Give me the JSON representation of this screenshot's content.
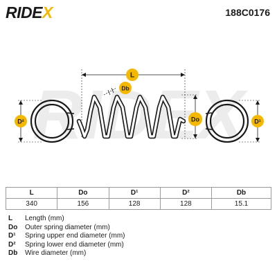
{
  "brand": {
    "name_main": "RIDE",
    "name_accent": "X",
    "part_number": "188C0176",
    "watermark": "RIDEX"
  },
  "colors": {
    "accent": "#f5b800",
    "ink": "#1a1a1a",
    "watermark": "#e6e6e6",
    "rule": "#9a9a9a"
  },
  "badges": {
    "length": "L",
    "wire": "Db",
    "outer": "Do",
    "upper": "D¹",
    "lower": "D²"
  },
  "table": {
    "headers": [
      "L",
      "Do",
      "D¹",
      "D²",
      "Db"
    ],
    "values": [
      "340",
      "156",
      "128",
      "128",
      "15.1"
    ]
  },
  "legend": [
    {
      "symbol": "L",
      "text": "Length (mm)"
    },
    {
      "symbol": "Do",
      "text": "Outer spring diameter (mm)"
    },
    {
      "symbol": "D¹",
      "text": "Spring upper end diameter (mm)"
    },
    {
      "symbol": "D²",
      "text": "Spring lower end diameter (mm)"
    },
    {
      "symbol": "Db",
      "text": "Wire diameter (mm)"
    }
  ]
}
